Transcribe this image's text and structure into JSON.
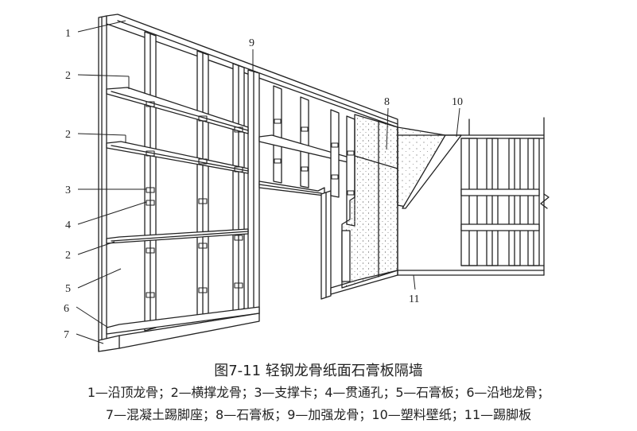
{
  "figure": {
    "title": "图7-11  轻钢龙骨纸面石膏板隔墙",
    "legend_line1": "1—沿顶龙骨；2—横撑龙骨；3—支撑卡；4—贯通孔；5—石膏板；6—沿地龙骨；",
    "legend_line2": "7—混凝土踢脚座；8—石膏板；9—加强龙骨；10—塑料壁纸；11—踢脚板"
  },
  "callouts": [
    {
      "label": "1"
    },
    {
      "label": "2"
    },
    {
      "label": "2"
    },
    {
      "label": "3"
    },
    {
      "label": "4"
    },
    {
      "label": "2"
    },
    {
      "label": "5"
    },
    {
      "label": "6"
    },
    {
      "label": "7"
    },
    {
      "label": "9"
    },
    {
      "label": "8"
    },
    {
      "label": "10"
    },
    {
      "label": "11"
    }
  ],
  "colors": {
    "line": "#222222",
    "paper": "#ffffff",
    "stipple": "#555555"
  }
}
